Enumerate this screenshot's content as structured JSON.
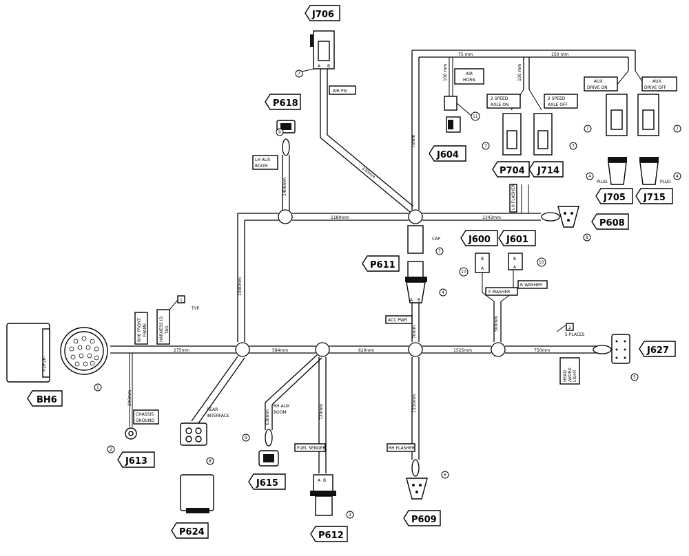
{
  "connectors": {
    "j706": "J706",
    "p618": "P618",
    "j604": "J604",
    "p704": "P704",
    "j714": "J714",
    "j705": "J705",
    "j715": "J715",
    "p608": "P608",
    "j600": "J600",
    "j601": "J601",
    "p611": "P611",
    "j627": "J627",
    "bh6": "BH6",
    "j613": "J613",
    "j615": "J615",
    "p624": "P624",
    "p612": "P612",
    "p609": "P609"
  },
  "dimensions": {
    "d75": "75 mm",
    "d150": "150 mm",
    "d100a": "100 mm",
    "d100b": "100 mm",
    "d230": "230mm",
    "d70a": "70mm",
    "d1400": "1400mm",
    "d1180": "1180mm",
    "d1343": "1343mm",
    "d1040": "1040mm",
    "d275": "275mm",
    "d584": "584mm",
    "d620": "620mm",
    "d1525": "1525mm",
    "d750": "750mm",
    "d70b": "70mm",
    "d500": "500mm",
    "d200": "200mm",
    "d630": "630mm",
    "d720": "720mm",
    "d1550": "1550mm"
  },
  "labels": {
    "air_psi": "AIR PSI",
    "air_horn_1": "AIR",
    "air_horn_2": "HORN",
    "aux_on_1": "AUX.",
    "aux_on_2": "DRIVE ON",
    "aux_off_1": "AUX.",
    "aux_off_2": "DRIVE OFF",
    "axle_on_1": "2 SPEED",
    "axle_on_2": "AXLE ON",
    "axle_off_1": "2 SPEED",
    "axle_off_2": "AXLE OFF",
    "plug1": "PLUG",
    "plug2": "PLUG",
    "lh_aux_1": "LH AUX",
    "lh_aux_2": "BOOM",
    "lh_flasher": "LH FLASHER",
    "cap": "CAP",
    "f_washer": "F WASHER",
    "r_washer": "R WASHER",
    "acc_pwr": "ACC PWR",
    "bh6_front_1": "BH6 FRONT",
    "bh6_front_2": "FRAME",
    "harness_1": "HARNESS ID",
    "harness_2": "TAG",
    "typ": "TYP.",
    "places": "5 PLACES",
    "head_1": "HEAD",
    "head_2": "/WORK",
    "head_3": "LIGHT",
    "chassis_1": "CHASSIS",
    "chassis_2": "GROUND",
    "rear_1": "REAR",
    "rear_2": "INTERFACE",
    "rh_aux_1": "RH AUX",
    "rh_aux_2": "BOOM",
    "fuel_sender": "FUEL SENDER",
    "rh_flasher": "RH FLASHER",
    "hdp": "HDP26-",
    "pin_a": "A",
    "pin_b": "B"
  },
  "notes": {
    "n1": "1",
    "n2": "2"
  },
  "items": {
    "i1": "1",
    "i2": "2",
    "i3": "3",
    "i4a": "4",
    "i4b": "4",
    "i4c": "4",
    "i5": "5",
    "i6a": "6",
    "i6b": "6",
    "i7a": "7",
    "i7b": "7",
    "i7c": "7",
    "i7d": "7",
    "i7e": "7",
    "i7f": "7",
    "i7g": "7",
    "i8a": "8",
    "i8b": "8",
    "i9": "9",
    "i10a": "10",
    "i10b": "10",
    "i11": "11"
  }
}
